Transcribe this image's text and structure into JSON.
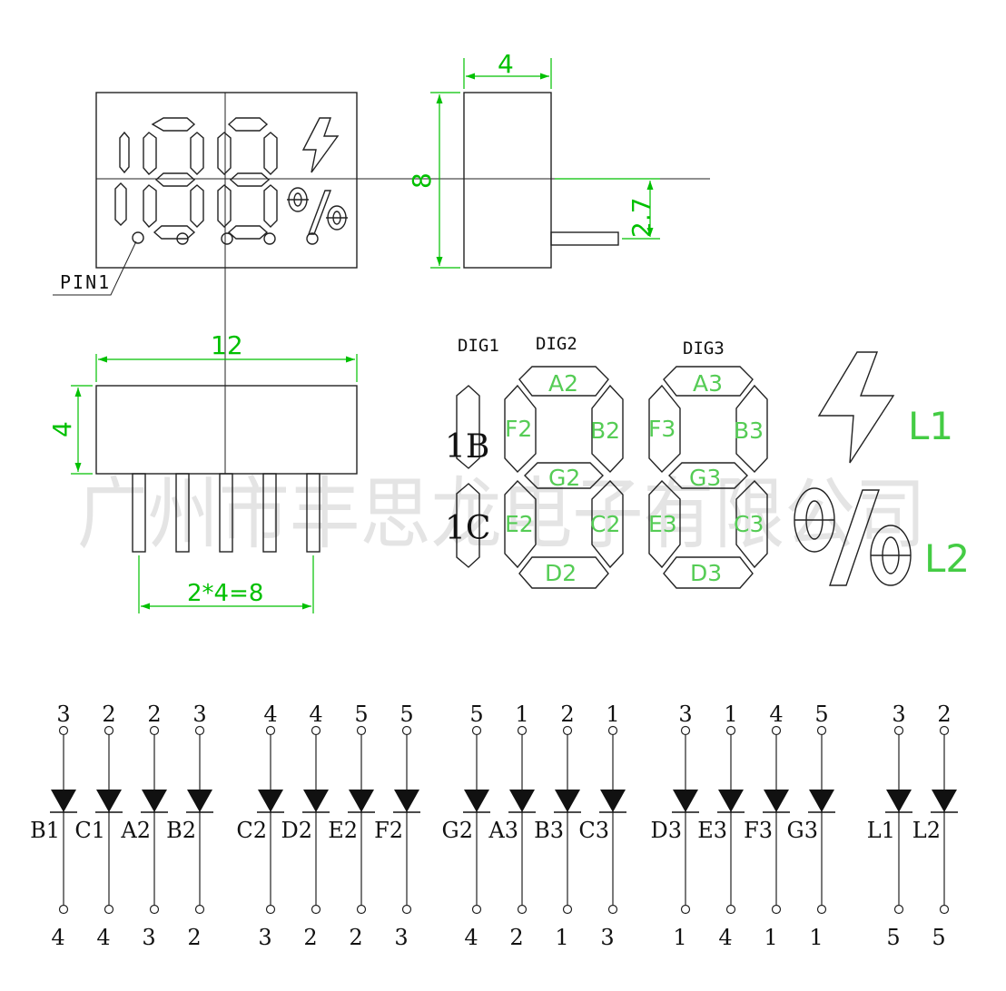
{
  "watermark": "广州市丰思龙电子有限公司",
  "top_view": {
    "pin1_label": "PIN1"
  },
  "side_view": {
    "height_label": "8",
    "width_label": "4",
    "pin_offset_label": "2.7"
  },
  "front_view": {
    "width_label": "12",
    "height_label": "4",
    "pitch_label": "2*4=8"
  },
  "segment_map": {
    "digit_labels": [
      "DIG1",
      "DIG2",
      "DIG3"
    ],
    "digit1_segments": [
      "1B",
      "1C"
    ],
    "digit2_segments": [
      "A2",
      "F2",
      "B2",
      "G2",
      "E2",
      "C2",
      "D2"
    ],
    "digit3_segments": [
      "A3",
      "F3",
      "B3",
      "G3",
      "E3",
      "C3",
      "D3"
    ],
    "symbol_labels": [
      "L1",
      "L2"
    ]
  },
  "schematic": {
    "groups": [
      [
        {
          "anode": "3",
          "label": "B1",
          "cathode": "4"
        },
        {
          "anode": "2",
          "label": "C1",
          "cathode": "4"
        },
        {
          "anode": "2",
          "label": "A2",
          "cathode": "3"
        },
        {
          "anode": "3",
          "label": "B2",
          "cathode": "2"
        }
      ],
      [
        {
          "anode": "4",
          "label": "C2",
          "cathode": "3"
        },
        {
          "anode": "4",
          "label": "D2",
          "cathode": "2"
        },
        {
          "anode": "5",
          "label": "E2",
          "cathode": "2"
        },
        {
          "anode": "5",
          "label": "F2",
          "cathode": "3"
        }
      ],
      [
        {
          "anode": "5",
          "label": "G2",
          "cathode": "4"
        },
        {
          "anode": "1",
          "label": "A3",
          "cathode": "2"
        },
        {
          "anode": "2",
          "label": "B3",
          "cathode": "1"
        },
        {
          "anode": "1",
          "label": "C3",
          "cathode": "3"
        }
      ],
      [
        {
          "anode": "3",
          "label": "D3",
          "cathode": "1"
        },
        {
          "anode": "1",
          "label": "E3",
          "cathode": "4"
        },
        {
          "anode": "4",
          "label": "F3",
          "cathode": "1"
        },
        {
          "anode": "5",
          "label": "G3",
          "cathode": "1"
        }
      ],
      [
        {
          "anode": "3",
          "label": "L1",
          "cathode": "5"
        },
        {
          "anode": "2",
          "label": "L2",
          "cathode": "5"
        }
      ]
    ]
  }
}
